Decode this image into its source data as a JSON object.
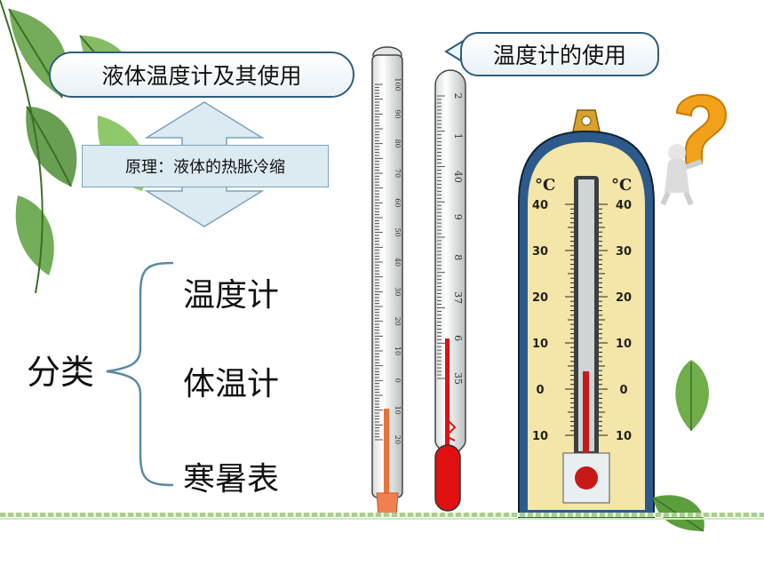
{
  "slide": {
    "title": "液体温度计及其使用",
    "usage_bubble": "温度计的使用",
    "principle": "原理：液体的热胀冷缩",
    "category_label": "分类",
    "categories": [
      "温度计",
      "体温计",
      "寒暑表"
    ]
  },
  "lab_thermometer": {
    "scale_labels": [
      "100",
      "90",
      "80",
      "70",
      "60",
      "50",
      "40",
      "30",
      "20",
      "10",
      "0",
      "10",
      "20"
    ],
    "liquid_color": "#e8743b"
  },
  "clinical_thermometer": {
    "scale_labels": [
      "2",
      "1",
      "40",
      "9",
      "8",
      "37",
      "6",
      "35"
    ],
    "liquid_color": "#e01010"
  },
  "wall_thermometer": {
    "unit_left": "°C",
    "unit_right": "°C",
    "scale_labels": [
      "40",
      "30",
      "20",
      "10",
      "0",
      "10"
    ],
    "liquid_color": "#c81818"
  },
  "colors": {
    "bubble_border": "#2f5d7c",
    "bracket": "#5a8aa6",
    "leaf_green": "#5c9e3e",
    "question_mark": "#f2a21a"
  },
  "icons": [
    "question-mark-figure-icon",
    "leaf-icon"
  ]
}
